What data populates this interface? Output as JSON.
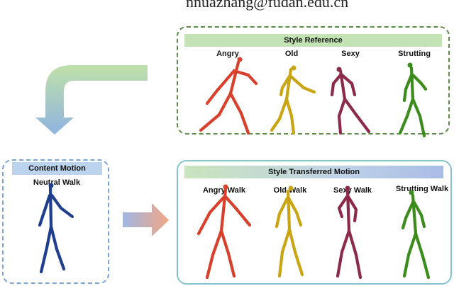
{
  "header": {
    "email_fragment": "nnuazhang@fudan.edu.cn"
  },
  "style_reference": {
    "title": "Style Reference",
    "labels": [
      "Angry",
      "Old",
      "Sexy",
      "Strutting"
    ]
  },
  "content_motion": {
    "title": "Content Motion",
    "label": "Neutral Walk"
  },
  "style_transferred": {
    "title": "Style Transferred Motion",
    "labels": [
      "Angry Walk",
      "Old Walk",
      "Sexy Walk",
      "Strutting Walk"
    ]
  },
  "colors": {
    "angry": "#d8402c",
    "old": "#c9a514",
    "sexy": "#8c2a4a",
    "strutting": "#3b8c1c",
    "neutral": "#1f3e8e",
    "curved_arrow_top": "#bfe0a8",
    "curved_arrow_bottom": "#8fb4e0",
    "right_arrow_start": "#9fb8e4",
    "right_arrow_end": "#f1a684"
  }
}
